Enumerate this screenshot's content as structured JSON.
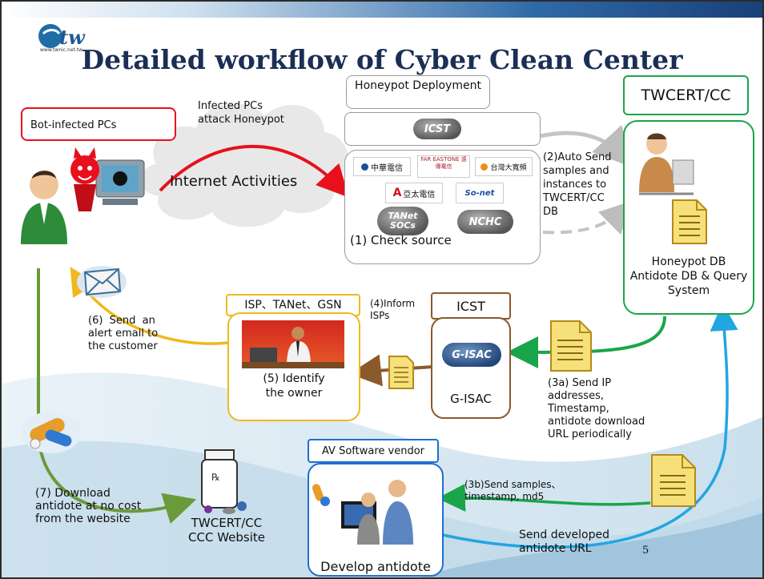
{
  "title": "Detailed workflow of Cyber Clean Center",
  "logo": {
    "mark": "tw",
    "url": "www.twnic.net.tw"
  },
  "nodes": {
    "bot_infected": "Bot-infected PCs",
    "honeypot_title": "Honeypot Deployment",
    "icst_top": "ICST",
    "twcert_title": "TWCERT/CC",
    "check_source": "(1) Check source",
    "tanet_socs": "TANet SOCs",
    "nchc": "NCHC",
    "isp_logos": [
      "中華電信",
      "FAR EASTONE 遠傳電信",
      "台灣大寬頻",
      "亞太電信",
      "So-net"
    ],
    "honeypot_db": [
      "Honeypot DB",
      "Antidote DB & Query",
      "System"
    ],
    "isp_box_title": "ISP、TANet、GSN",
    "icst_box_title": "ICST",
    "identify_owner": [
      "(5) Identify",
      "the owner"
    ],
    "gisac_badge": "G-ISAC",
    "gisac_label": "G-ISAC",
    "av_vendor": "AV Software vendor",
    "develop_antidote": "Develop antidote",
    "ccc_website": [
      "TWCERT/CC",
      "CCC Website"
    ]
  },
  "edges": {
    "infected_attack": [
      "Infected PCs",
      "attack Honeypot"
    ],
    "internet_activities": "Internet Activities",
    "auto_send": [
      "(2)Auto Send",
      "samples and",
      "instances to",
      "TWCERT/CC",
      "DB"
    ],
    "inform_isps": [
      "(4)Inform",
      "ISPs"
    ],
    "send_alert": [
      "(6)  Send  an",
      "alert email to",
      "the customer"
    ],
    "send_ip": [
      "(3a) Send IP",
      "addresses,",
      "Timestamp,",
      "antidote download",
      "URL periodically"
    ],
    "send_samples": [
      "(3b)Send samples、",
      "timestamp, md5"
    ],
    "download_antidote": [
      "(7) Download",
      "antidote at no cost",
      "from the website"
    ],
    "send_developed": [
      "Send developed",
      "antidote URL"
    ]
  },
  "page_number": "5",
  "colors": {
    "title": "#1b2f55",
    "red": "#e8101c",
    "green": "#1aa54a",
    "gold": "#f0b81e",
    "brown": "#8b5a2b",
    "blue": "#1f6fd0",
    "cyan": "#22a6e0",
    "olive": "#6b9a3a",
    "gray": "#9a9a9a"
  }
}
